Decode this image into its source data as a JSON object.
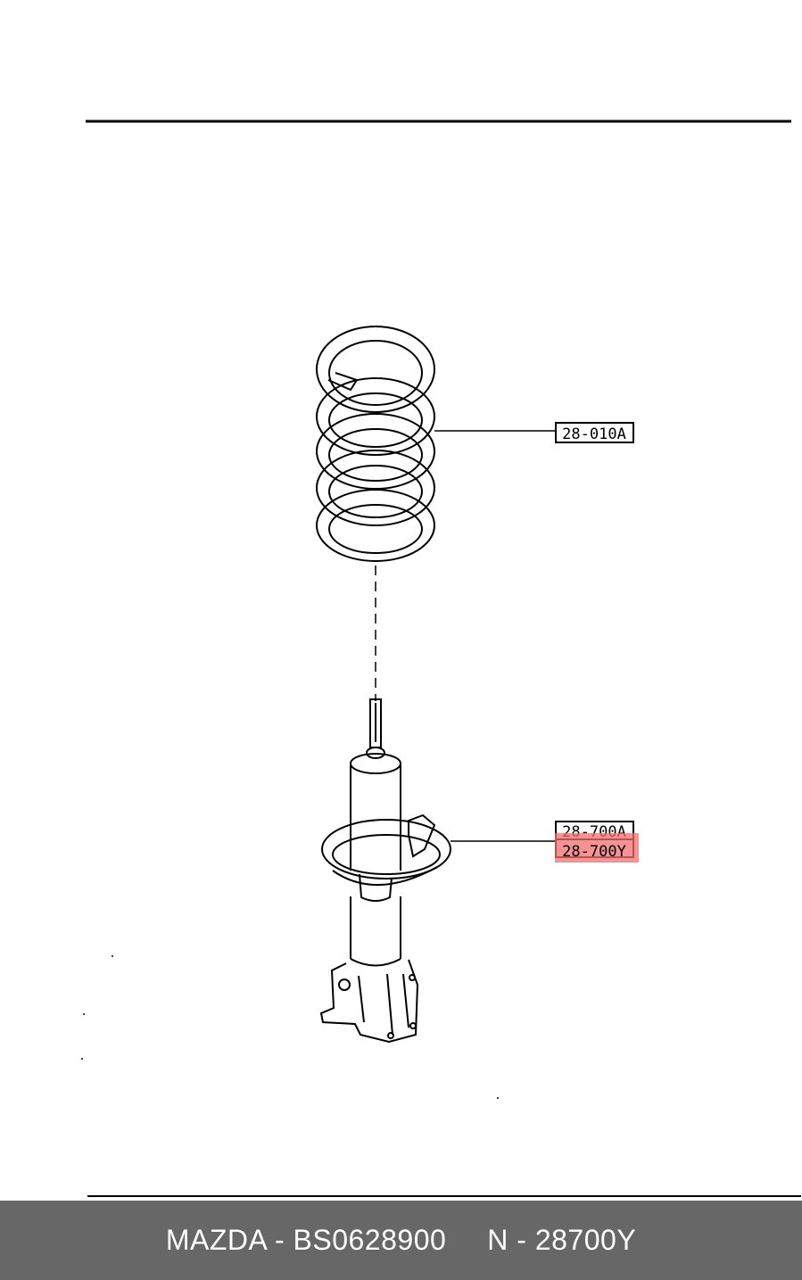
{
  "colors": {
    "line": "#000000",
    "highlight": "#f26d6d",
    "caption_bar": "#676767",
    "caption_text": "#ffffff"
  },
  "callouts": {
    "spring": {
      "code": "28-010A",
      "highlighted": false
    },
    "strut_top": {
      "code": "28-700A",
      "highlighted": false
    },
    "strut_bottom": {
      "code": "28-700Y",
      "highlighted": true
    }
  },
  "caption": {
    "part": "MAZDA - BS0628900",
    "ref": "N - 28700Y"
  }
}
